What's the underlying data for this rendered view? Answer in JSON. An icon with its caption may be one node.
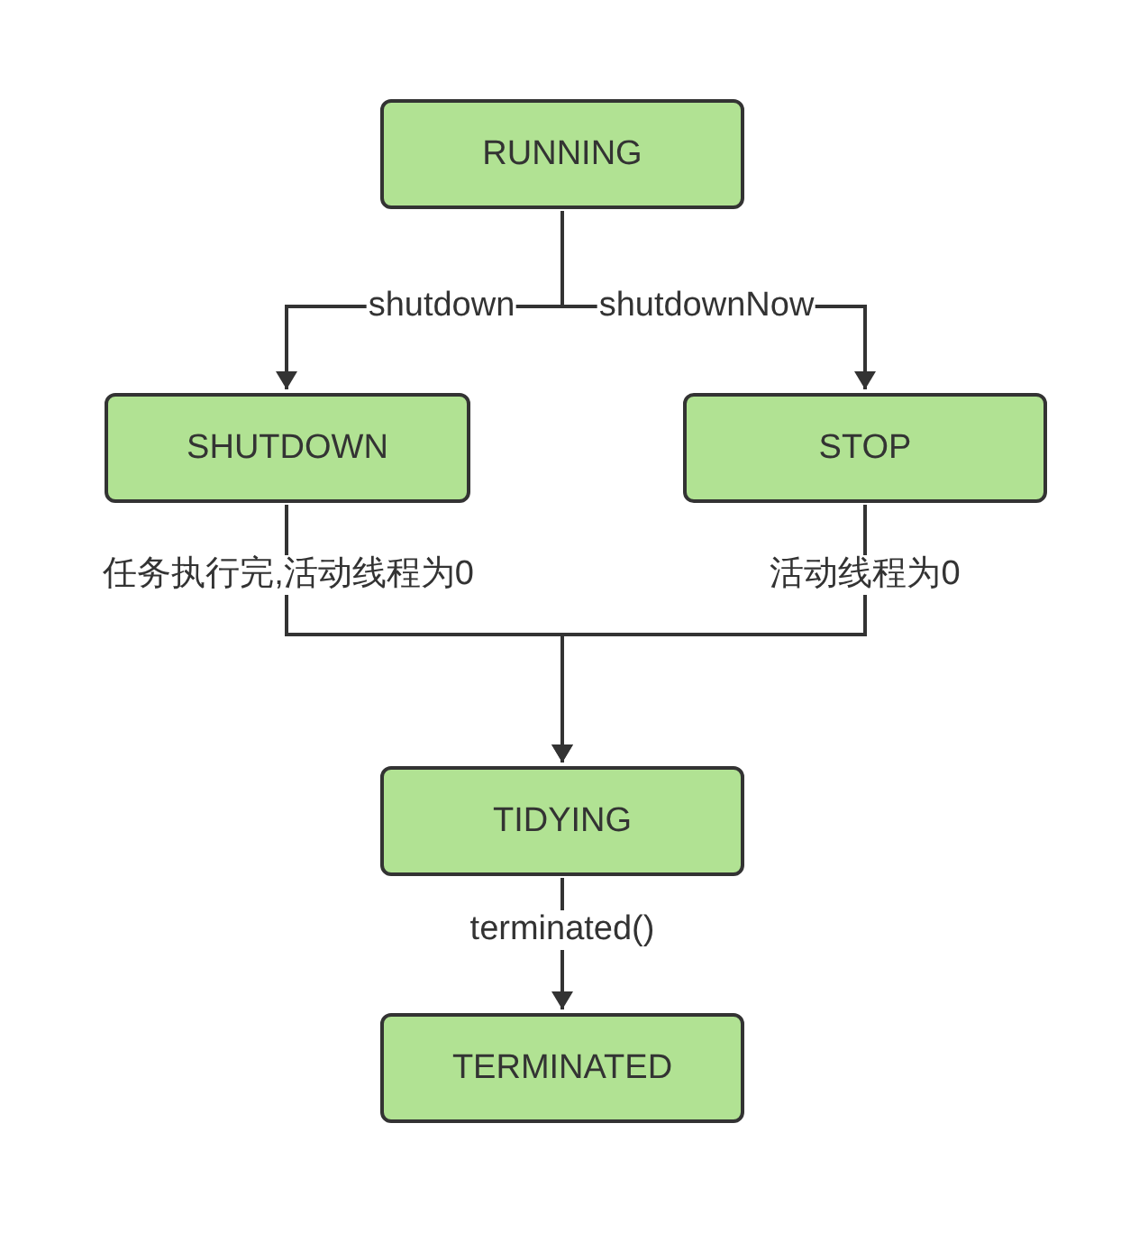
{
  "diagram": {
    "nodes": [
      {
        "text": [
          "RUNNING"
        ]
      },
      {
        "text": [
          "SHUTDOWN"
        ]
      },
      {
        "text": [
          "STOP"
        ]
      },
      {
        "text": [
          "TIDYING"
        ]
      },
      {
        "text": [
          "TERMINATED"
        ]
      }
    ],
    "edges": [
      {
        "from": 0,
        "to": 1,
        "arrow": "to",
        "label": "shutdown"
      },
      {
        "from": 0,
        "to": 2,
        "arrow": "to",
        "label": "shutdownNow"
      },
      {
        "from": 1,
        "to": 3,
        "arrow": "to",
        "label": "任务执行完,活动线程为0"
      },
      {
        "from": 2,
        "to": 3,
        "arrow": "to",
        "label": "活动线程为0"
      },
      {
        "from": 3,
        "to": 4,
        "arrow": "to",
        "label": "terminated()"
      }
    ]
  }
}
